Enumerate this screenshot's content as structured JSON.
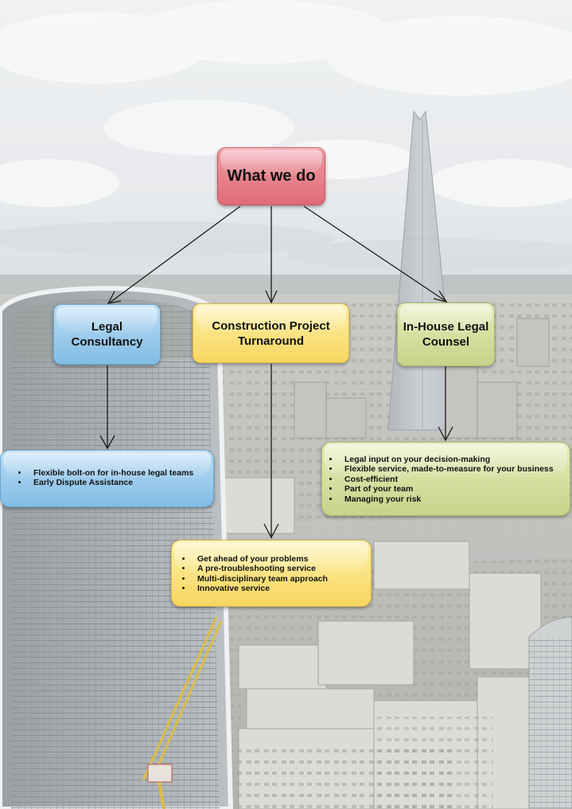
{
  "root": {
    "label": "What we do"
  },
  "branches": [
    {
      "title_lines": [
        "Legal",
        "Consultancy"
      ],
      "items": [
        "Flexible bolt-on for in-house legal teams",
        "Early Dispute Assistance"
      ]
    },
    {
      "title_lines": [
        "Construction Project",
        "Turnaround"
      ],
      "items": [
        "Get ahead of your problems",
        "A pre-troubleshooting service",
        "Multi-disciplinary team approach",
        "Innovative service"
      ]
    },
    {
      "title_lines": [
        "In-House Legal",
        "Counsel"
      ],
      "items": [
        "Legal input on your decision-making",
        "Flexible service, made-to-measure for your business",
        "Cost-efficient",
        "Part of your team",
        "Managing your risk"
      ]
    }
  ],
  "colors": {
    "root": "#e3727e",
    "legal_consultancy": "#8cc3e8",
    "construction_turnaround": "#f8da6a",
    "in_house_counsel": "#cdd791"
  }
}
